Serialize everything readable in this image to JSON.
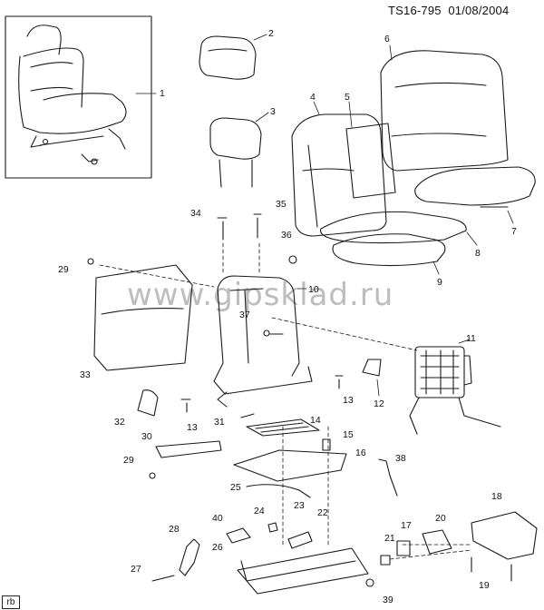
{
  "header": {
    "doc_id": "TS16-795",
    "date": "01/08/2004"
  },
  "watermark": "www.gipsklad.ru",
  "corner_tag": "rb",
  "callouts": [
    {
      "id": "c1",
      "label": "1"
    },
    {
      "id": "c2",
      "label": "2"
    },
    {
      "id": "c3",
      "label": "3"
    },
    {
      "id": "c4",
      "label": "4"
    },
    {
      "id": "c5",
      "label": "5"
    },
    {
      "id": "c6",
      "label": "6"
    },
    {
      "id": "c7",
      "label": "7"
    },
    {
      "id": "c8",
      "label": "8"
    },
    {
      "id": "c9",
      "label": "9"
    },
    {
      "id": "c10",
      "label": "10"
    },
    {
      "id": "c11",
      "label": "11"
    },
    {
      "id": "c12",
      "label": "12"
    },
    {
      "id": "c13a",
      "label": "13"
    },
    {
      "id": "c13b",
      "label": "13"
    },
    {
      "id": "c14",
      "label": "14"
    },
    {
      "id": "c15",
      "label": "15"
    },
    {
      "id": "c16",
      "label": "16"
    },
    {
      "id": "c17",
      "label": "17"
    },
    {
      "id": "c18",
      "label": "18"
    },
    {
      "id": "c19",
      "label": "19"
    },
    {
      "id": "c20",
      "label": "20"
    },
    {
      "id": "c21",
      "label": "21"
    },
    {
      "id": "c22",
      "label": "22"
    },
    {
      "id": "c23",
      "label": "23"
    },
    {
      "id": "c24",
      "label": "24"
    },
    {
      "id": "c25",
      "label": "25"
    },
    {
      "id": "c26",
      "label": "26"
    },
    {
      "id": "c27",
      "label": "27"
    },
    {
      "id": "c28",
      "label": "28"
    },
    {
      "id": "c29a",
      "label": "29"
    },
    {
      "id": "c29b",
      "label": "29"
    },
    {
      "id": "c30",
      "label": "30"
    },
    {
      "id": "c31",
      "label": "31"
    },
    {
      "id": "c32",
      "label": "32"
    },
    {
      "id": "c33",
      "label": "33"
    },
    {
      "id": "c34",
      "label": "34"
    },
    {
      "id": "c35",
      "label": "35"
    },
    {
      "id": "c36",
      "label": "36"
    },
    {
      "id": "c37",
      "label": "37"
    },
    {
      "id": "c38",
      "label": "38"
    },
    {
      "id": "c39",
      "label": "39"
    },
    {
      "id": "c40",
      "label": "40"
    }
  ]
}
